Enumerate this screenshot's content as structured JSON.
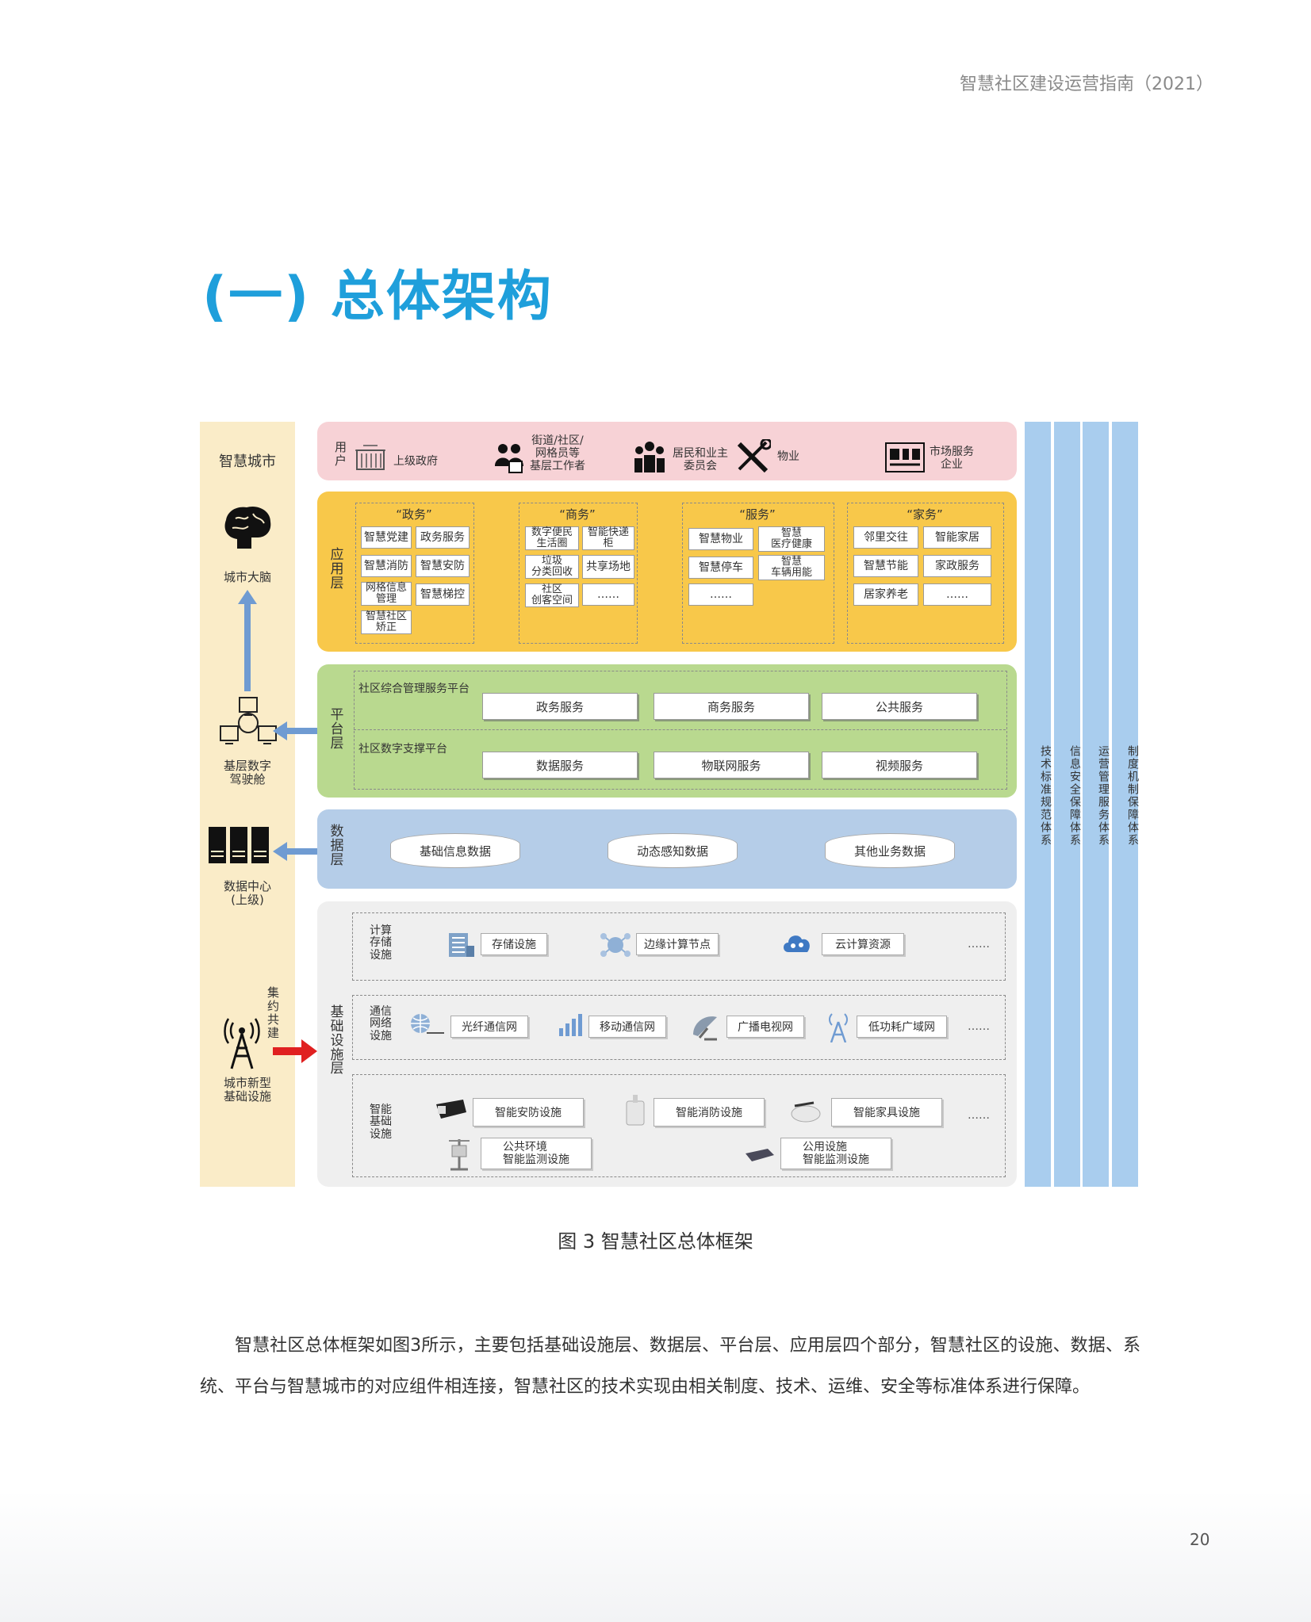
{
  "header": {
    "title": "智慧社区建设运营指南（2021）"
  },
  "section": {
    "title": "(一) 总体架构"
  },
  "diagram": {
    "left": {
      "title": "智慧城市",
      "brain": "城市大脑",
      "cockpit": "基层数字\n驾驶舱",
      "datacenter": "数据中心\n(上级)",
      "shared": "集约共建",
      "newinfra": "城市新型\n基础设施"
    },
    "users": {
      "label": "用户",
      "items": [
        "上级政府",
        "街道/社区/\n网格员等\n基层工作者",
        "居民和业主\n委员会",
        "物业",
        "市场服务\n企业"
      ]
    },
    "app": {
      "label": "应用层",
      "groups": [
        {
          "title": "“政务”",
          "items": [
            "智慧党建",
            "政务服务",
            "智慧消防",
            "智慧安防",
            "网格信息\n管理",
            "智慧梯控",
            "智慧社区\n矫正"
          ]
        },
        {
          "title": "“商务”",
          "items": [
            "数字便民\n生活圈",
            "智能快递柜",
            "垃圾\n分类回收",
            "共享场地",
            "社区\n创客空间",
            "……"
          ]
        },
        {
          "title": "“服务”",
          "items": [
            "智慧物业",
            "智慧\n医疗健康",
            "智慧停车",
            "智慧\n车辆用能",
            "……"
          ]
        },
        {
          "title": "“家务”",
          "items": [
            "邻里交往",
            "智能家居",
            "智慧节能",
            "家政服务",
            "居家养老",
            "……"
          ]
        }
      ]
    },
    "platform": {
      "label": "平台层",
      "p1": "社区综合管理服务平台",
      "p2": "社区数字支撑平台",
      "row1": [
        "政务服务",
        "商务服务",
        "公共服务"
      ],
      "row2": [
        "数据服务",
        "物联网服务",
        "视频服务"
      ]
    },
    "data": {
      "label": "数据层",
      "items": [
        "基础信息数据",
        "动态感知数据",
        "其他业务数据"
      ]
    },
    "base": {
      "label": "基础设施层",
      "row1": {
        "label": "计算\n存储\n设施",
        "items": [
          "存储设施",
          "边缘计算节点",
          "云计算资源"
        ],
        "more": "……"
      },
      "row2": {
        "label": "通信\n网络\n设施",
        "items": [
          "光纤通信网",
          "移动通信网",
          "广播电视网",
          "低功耗广域网"
        ],
        "more": "……"
      },
      "row3": {
        "label": "智能\n基础\n设施",
        "items": [
          "智能安防设施",
          "智能消防设施",
          "智能家具设施",
          "公共环境\n智能监测设施",
          "公用设施\n智能监测设施"
        ],
        "more": "……"
      }
    },
    "systems": [
      "技术标准规范体系",
      "信息安全保障体系",
      "运营管理服务体系",
      "制度机制保障体系"
    ]
  },
  "caption": "图 3  智慧社区总体框架",
  "paragraph": "智慧社区总体框架如图3所示，主要包括基础设施层、数据层、平台层、应用层四个部分，智慧社区的设施、数据、系统、平台与智慧城市的对应组件相连接，智慧社区的技术实现由相关制度、技术、运维、安全等标准体系进行保障。",
  "page_number": "20",
  "colors": {
    "accent": "#1f9fdb",
    "users": "#f7d2d6",
    "app": "#f8c84a",
    "platform": "#b9d98f",
    "data": "#b5cde8",
    "base": "#efefef",
    "left": "#faecc8",
    "systems": "#a9cdee",
    "arrow_blue": "#6f9bd2",
    "arrow_red": "#e02020"
  }
}
